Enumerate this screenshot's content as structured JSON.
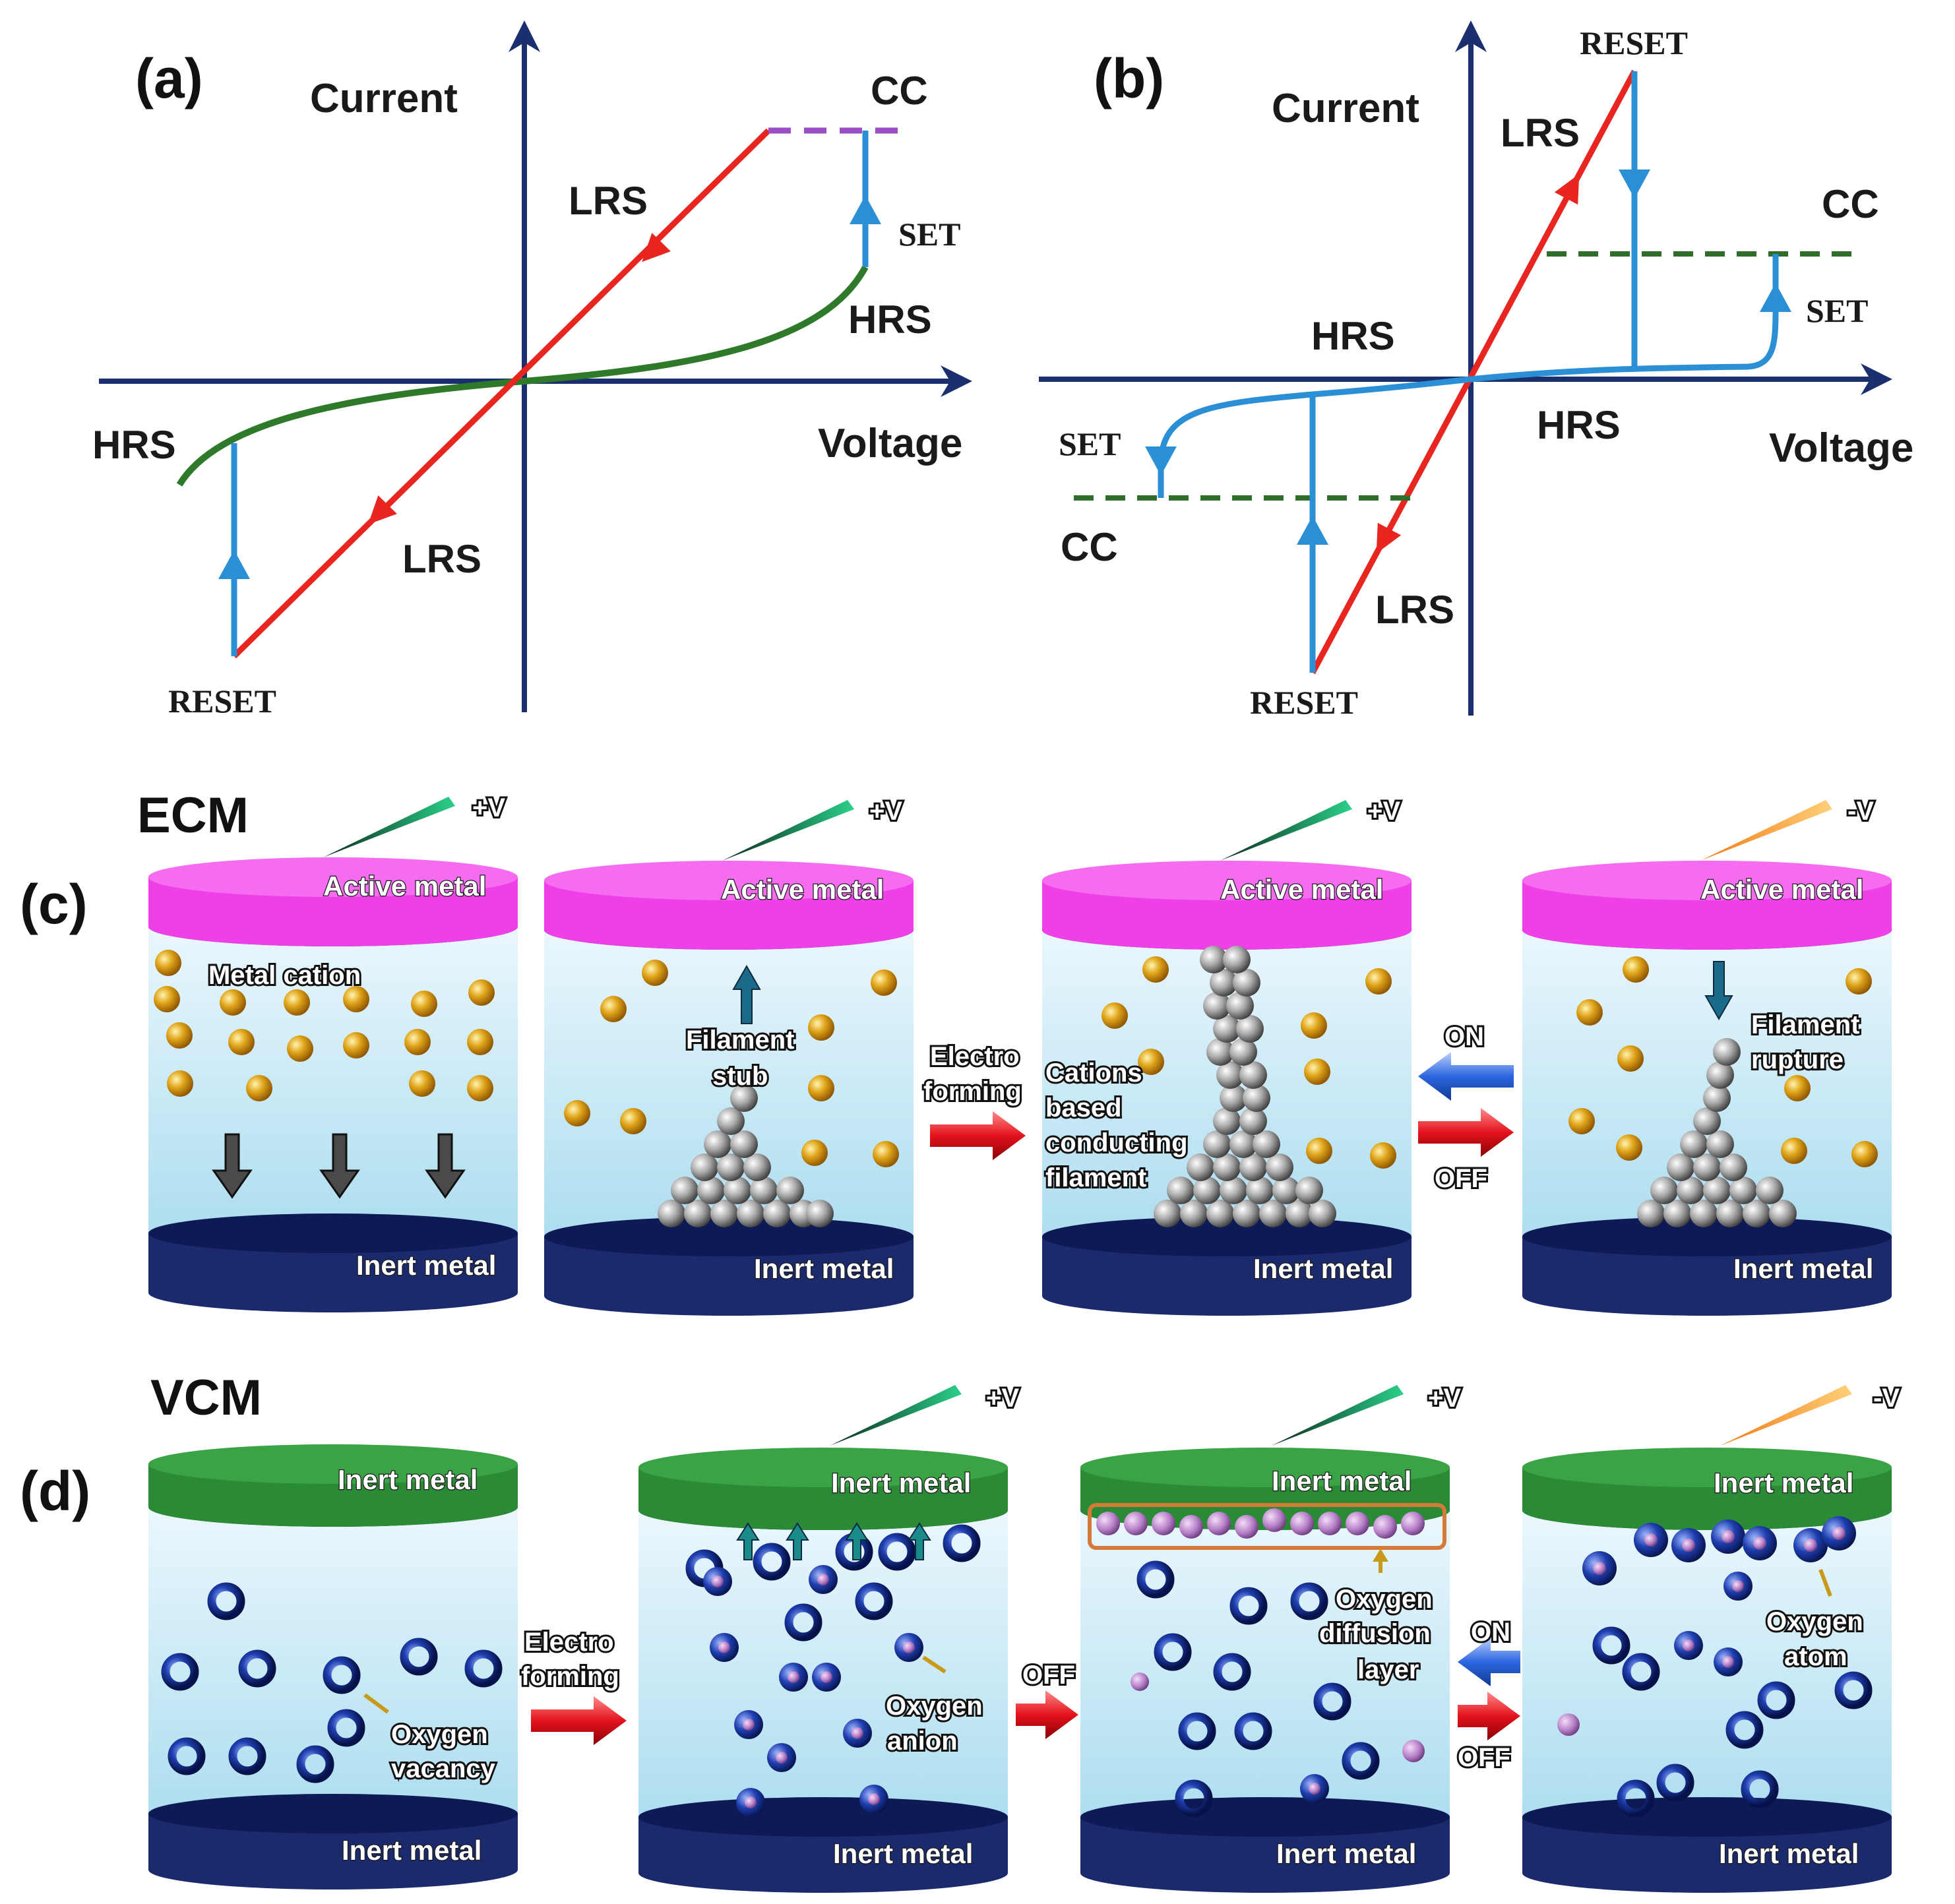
{
  "panels": {
    "a": {
      "label": "(a)",
      "y_axis": "Current",
      "x_axis": "Voltage",
      "curves": {
        "lrs_top": "LRS",
        "lrs_bottom": "LRS",
        "hrs_right": "HRS",
        "hrs_left": "HRS"
      },
      "events": {
        "cc": "CC",
        "set": "SET",
        "reset": "RESET"
      }
    },
    "b": {
      "label": "(b)",
      "y_axis": "Current",
      "x_axis": "Voltage",
      "curves": {
        "lrs_top": "LRS",
        "lrs_bottom": "LRS",
        "hrs_upper": "HRS",
        "hrs_lower": "HRS"
      },
      "events": {
        "reset_top": "RESET",
        "cc_right": "CC",
        "set_right": "SET",
        "set_left": "SET",
        "cc_left": "CC",
        "reset_bottom": "RESET"
      }
    },
    "c": {
      "label": "(c)",
      "title": "ECM",
      "cells": [
        {
          "top": "Active metal",
          "bottom": "Inert metal",
          "voltage": "+V",
          "note": "Metal cation"
        },
        {
          "top": "Active metal",
          "bottom": "Inert metal",
          "voltage": "+V",
          "note": "Filament stub"
        },
        {
          "top": "Active metal",
          "bottom": "Inert metal",
          "voltage": "+V",
          "note": "Cations based conducting filament"
        },
        {
          "top": "Active metal",
          "bottom": "Inert metal",
          "voltage": "-V",
          "note": "Filament rupture"
        }
      ],
      "transitions": {
        "forming": "Electro forming",
        "on": "ON",
        "off": "OFF"
      }
    },
    "d": {
      "label": "(d)",
      "title": "VCM",
      "cells": [
        {
          "top": "Inert metal",
          "bottom": "Inert metal",
          "voltage": "",
          "note": "Oxygen vacancy"
        },
        {
          "top": "Inert metal",
          "bottom": "Inert metal",
          "voltage": "+V",
          "note": "Oxygen anion"
        },
        {
          "top": "Inert metal",
          "bottom": "Inert metal",
          "voltage": "+V",
          "note": "Oxygen diffusion layer"
        },
        {
          "top": "Inert metal",
          "bottom": "Inert metal",
          "voltage": "-V",
          "note": "Oxygen atom"
        }
      ],
      "transitions": {
        "forming": "Electro forming",
        "off": "OFF",
        "on": "ON",
        "off2": "OFF"
      }
    }
  },
  "colors": {
    "axis": "#1b2f6e",
    "lrs": "#e8251f",
    "hrs_a": "#2e7a2a",
    "switch": "#2b8fd6",
    "cc_a": "#9b4fc4",
    "cc_b": "#2e6e2a",
    "active_metal": "#ee3fe8",
    "inert_top": "#2b8a35",
    "inert_bottom": "#1a2a6c"
  }
}
